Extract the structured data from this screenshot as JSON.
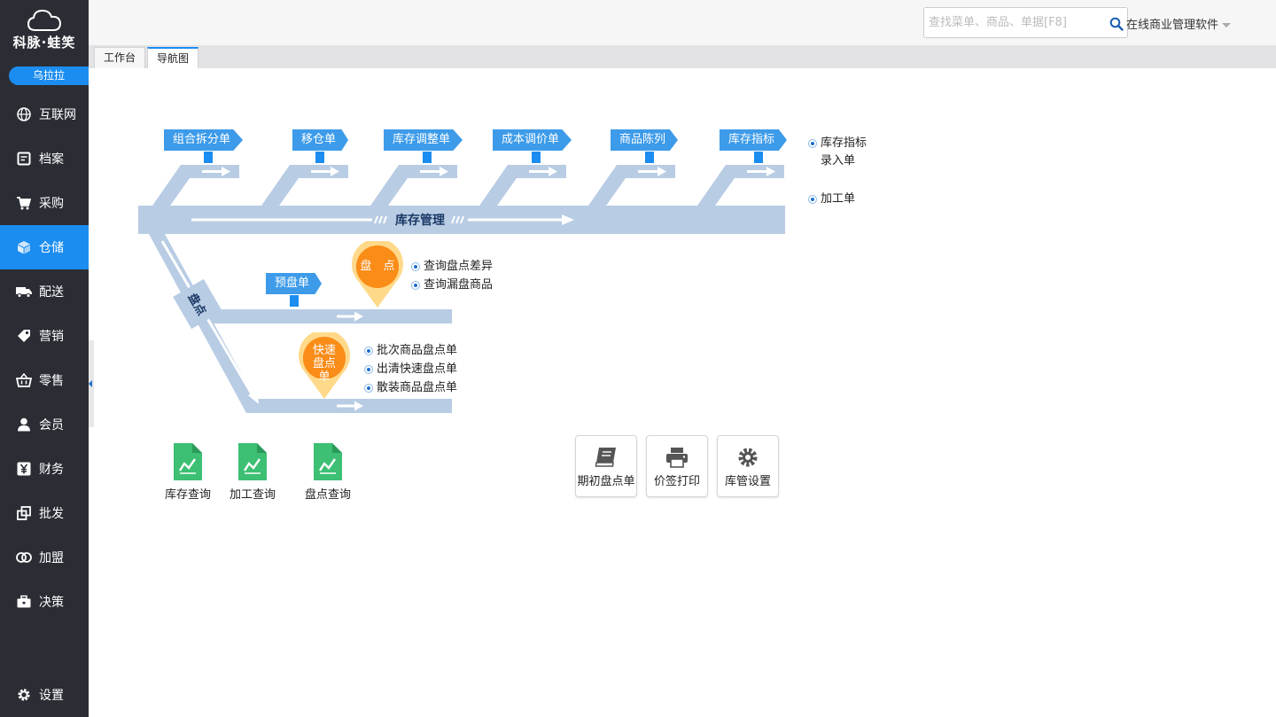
{
  "app": {
    "brand": "科脉·蛙笑",
    "user": "乌拉拉",
    "company": "在线商业管理软件"
  },
  "sidebar": {
    "items": [
      {
        "label": "互联网",
        "icon": "globe-icon"
      },
      {
        "label": "档案",
        "icon": "file-icon"
      },
      {
        "label": "采购",
        "icon": "cart-icon"
      },
      {
        "label": "仓储",
        "icon": "box-icon",
        "active": true
      },
      {
        "label": "配送",
        "icon": "truck-icon"
      },
      {
        "label": "营销",
        "icon": "tag-icon"
      },
      {
        "label": "零售",
        "icon": "basket-icon"
      },
      {
        "label": "会员",
        "icon": "user-icon"
      },
      {
        "label": "财务",
        "icon": "yen-icon"
      },
      {
        "label": "批发",
        "icon": "copy-icon"
      },
      {
        "label": "加盟",
        "icon": "rings-icon"
      },
      {
        "label": "决策",
        "icon": "briefcase-icon"
      }
    ],
    "settings": "设置"
  },
  "search": {
    "placeholder": "查找菜单、商品、单据[F8]"
  },
  "tabs": [
    {
      "label": "工作台"
    },
    {
      "label": "导航图",
      "active": true
    }
  ],
  "diagram": {
    "main_label": "库存管理",
    "branch_label": "盘点",
    "flags": [
      "组合拆分单",
      "移仓单",
      "库存调整单",
      "成本调价单",
      "商品陈列",
      "库存指标"
    ],
    "right_links": [
      "库存指标录入单",
      "加工单"
    ],
    "stocktake_flag": "预盘单",
    "stocktake_pin": "盘　点",
    "stocktake_links": [
      "查询盘点差异",
      "查询漏盘商品"
    ],
    "quick_pin": "快速盘点单",
    "quick_links": [
      "批次商品盘点单",
      "出清快速盘点单",
      "散装商品盘点单"
    ]
  },
  "reports": [
    "库存查询",
    "加工查询",
    "盘点查询"
  ],
  "tools": [
    {
      "label": "期初盘点单",
      "icon": "book-icon"
    },
    {
      "label": "价签打印",
      "icon": "printer-icon"
    },
    {
      "label": "库管设置",
      "icon": "gear-icon"
    }
  ],
  "colors": {
    "sidebar": "#2b2d35",
    "accent": "#1c8df0",
    "flow": "#b8cce4",
    "pin": "#f57f0a",
    "report": "#3dbf74"
  }
}
